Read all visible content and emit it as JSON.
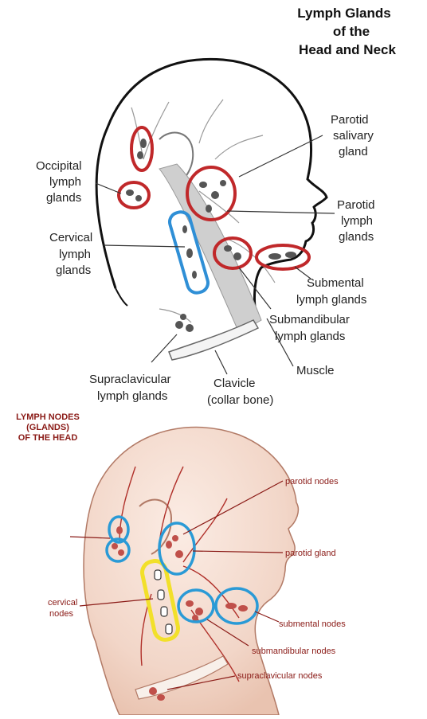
{
  "top_diagram": {
    "title_lines": [
      "Lymph Glands",
      "of the",
      "Head and Neck"
    ],
    "labels": {
      "parotid_salivary": [
        "Parotid",
        "salivary",
        "gland"
      ],
      "occipital": [
        "Occipital",
        "lymph",
        "glands"
      ],
      "parotid_lymph": [
        "Parotid",
        "lymph",
        "glands"
      ],
      "cervical": [
        "Cervical",
        "lymph",
        "glands"
      ],
      "submental": [
        "Submental",
        "lymph glands"
      ],
      "submandibular": [
        "Submandibular",
        "lymph glands"
      ],
      "muscle": "Muscle",
      "supraclavicular": [
        "Supraclavicular",
        "lymph glands"
      ],
      "clavicle": [
        "Clavicle",
        "(collar bone)"
      ]
    },
    "colors": {
      "node_outline": "#c0282a",
      "cervical_outline": "#2f8fd6",
      "outline": "#111111",
      "muscle_fill": "#cfcfcf",
      "node_fill": "#555555"
    }
  },
  "bottom_diagram": {
    "title_lines": [
      "LYMPH NODES",
      "(GLANDS)",
      "OF THE HEAD"
    ],
    "labels": {
      "parotid_nodes": "parotid nodes",
      "parotid_gland": "parotid gland",
      "cervical_nodes": [
        "cervical",
        "nodes"
      ],
      "submental_nodes": "submental nodes",
      "submandibular_nodes": "submandibular nodes",
      "supraclavicular_nodes": "supraclavicular nodes"
    },
    "colors": {
      "circle": "#2a9ad6",
      "cervical_highlight": "#f2e02a",
      "label": "#8a1a16",
      "skin": "#f4dcd0",
      "vessel": "#b0302a",
      "node_fill": "#c0504a"
    }
  }
}
